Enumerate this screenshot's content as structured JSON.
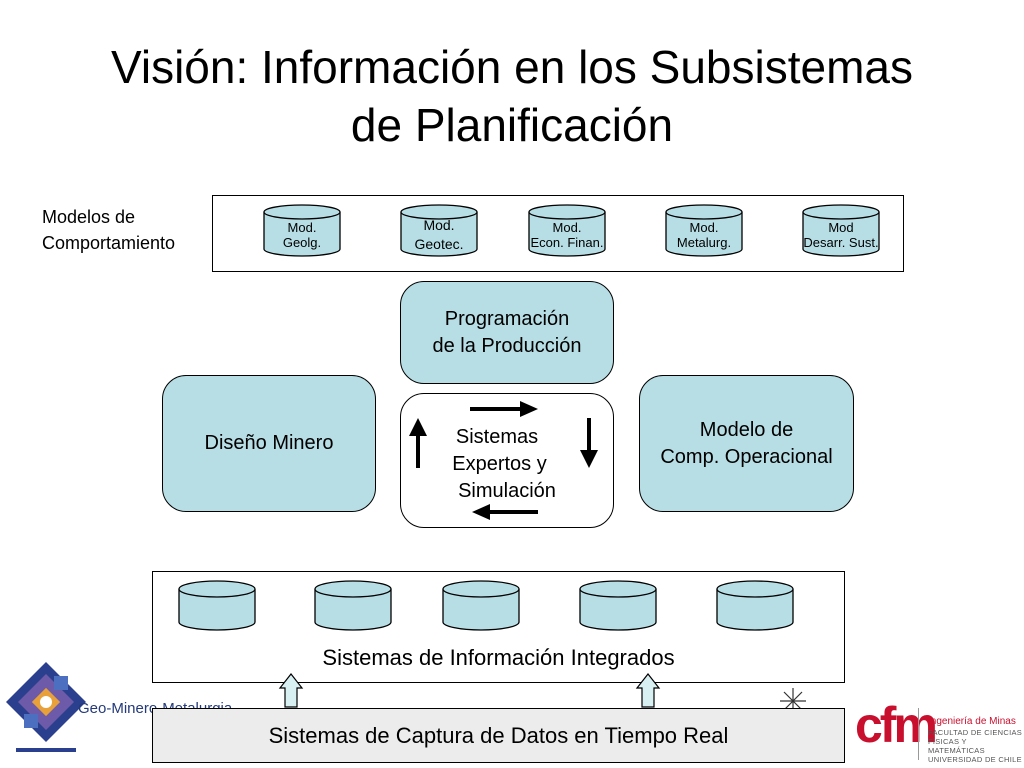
{
  "slide": {
    "title_line1": "Visión: Información en los Subsistemas",
    "title_line2": "de Planificación"
  },
  "behavior_models": {
    "label_line1": "Modelos de",
    "label_line2": "Comportamiento",
    "cylinders": [
      {
        "line1": "Mod.",
        "line2": "Geolg."
      },
      {
        "line1": "Mod.",
        "line2": "Geotec."
      },
      {
        "line1": "Mod.",
        "line2": "Econ. Finan."
      },
      {
        "line1": "Mod.",
        "line2": "Metalurg."
      },
      {
        "line1": "Mod",
        "line2": "Desarr. Sust."
      }
    ]
  },
  "boxes": {
    "programacion_line1": "Programación",
    "programacion_line2": "de la Producción",
    "diseno": "Diseño Minero",
    "modelo_line1": "Modelo de",
    "modelo_line2": "Comp. Operacional",
    "sistemas_line1": "Sistemas",
    "sistemas_line2": "Expertos y",
    "sistemas_line3": "Simulación"
  },
  "integrated_systems": {
    "label": "Sistemas de Información Integrados"
  },
  "capture": {
    "label": "Sistemas de Captura de Datos en Tiempo Real"
  },
  "logos": {
    "geo_text": "Geo-Minero-Metalurgia",
    "cfm_text": "cfm",
    "ing_title": "Ingeniería de Minas",
    "ing_sub1": "FACULTAD DE CIENCIAS",
    "ing_sub2": "FÍSICAS Y MATEMÁTICAS",
    "ing_sub3": "UNIVERSIDAD DE CHILE"
  },
  "colors": {
    "box_fill": "#b7dee5",
    "capture_fill": "#ececec",
    "cfm_red": "#c8102e"
  }
}
